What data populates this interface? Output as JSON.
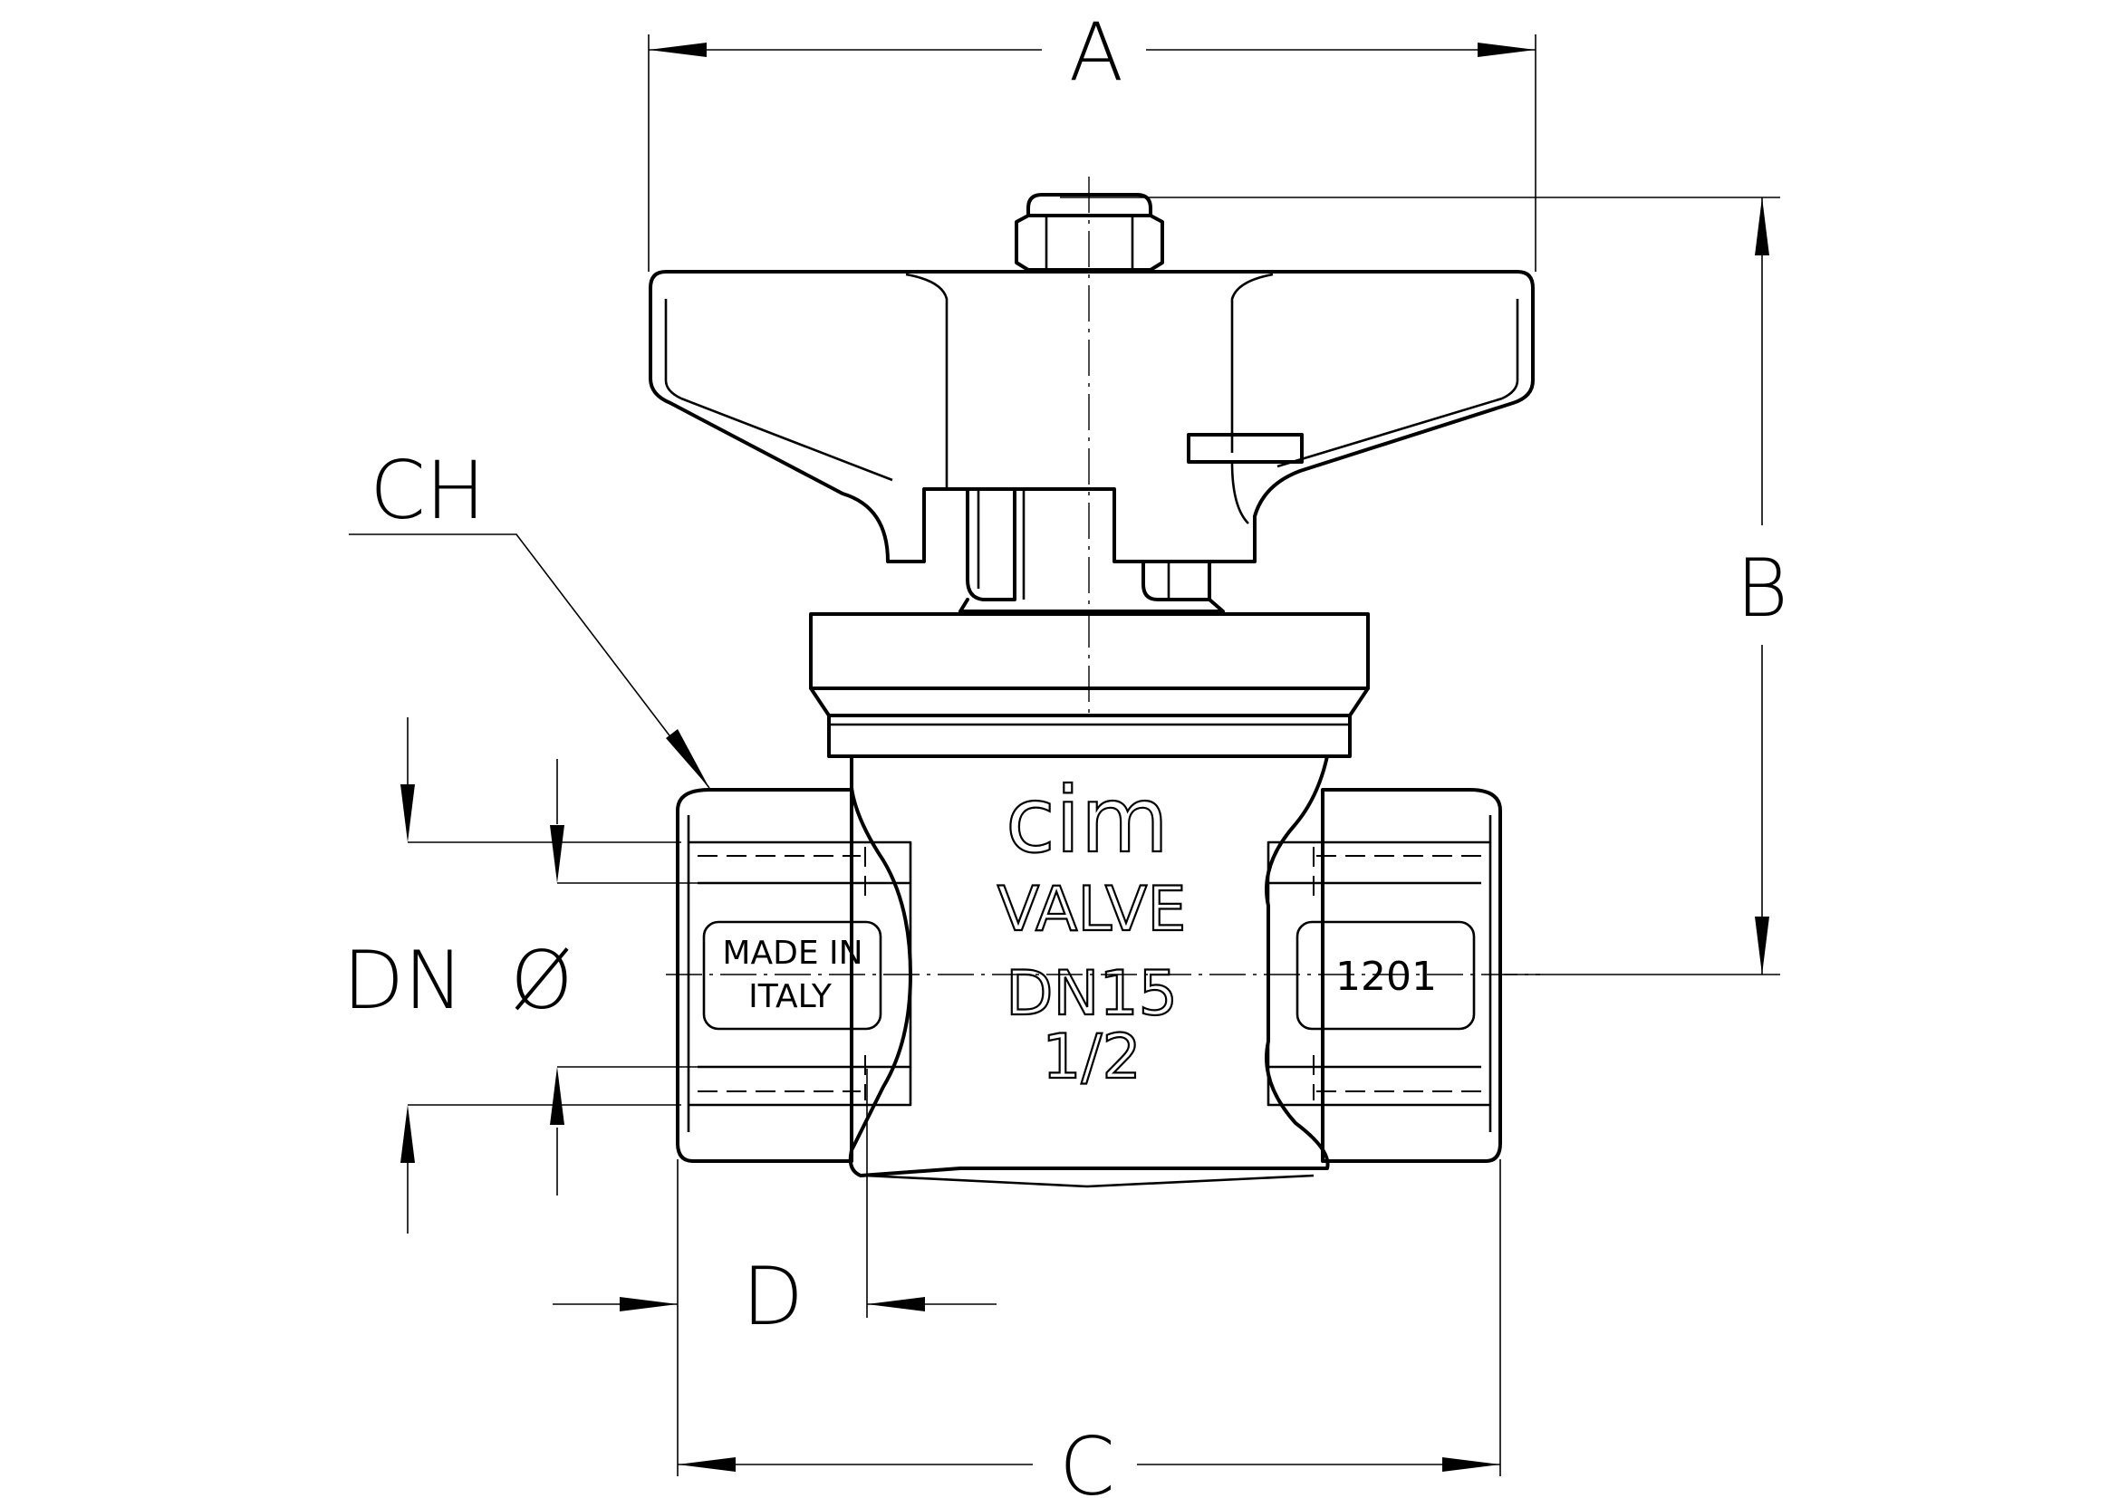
{
  "drawing": {
    "dimensions": {
      "a": "A",
      "b": "B",
      "c": "C",
      "d": "D",
      "ch": "CH",
      "dn": "DN",
      "dia": "Ø"
    },
    "body_markings": {
      "brand": "cim",
      "line1": "VALVE",
      "line2": "DN15",
      "line3": "1/2"
    },
    "left_plate": {
      "line1": "MADE IN",
      "line2": "ITALY"
    },
    "right_plate": {
      "code": "1201"
    }
  }
}
